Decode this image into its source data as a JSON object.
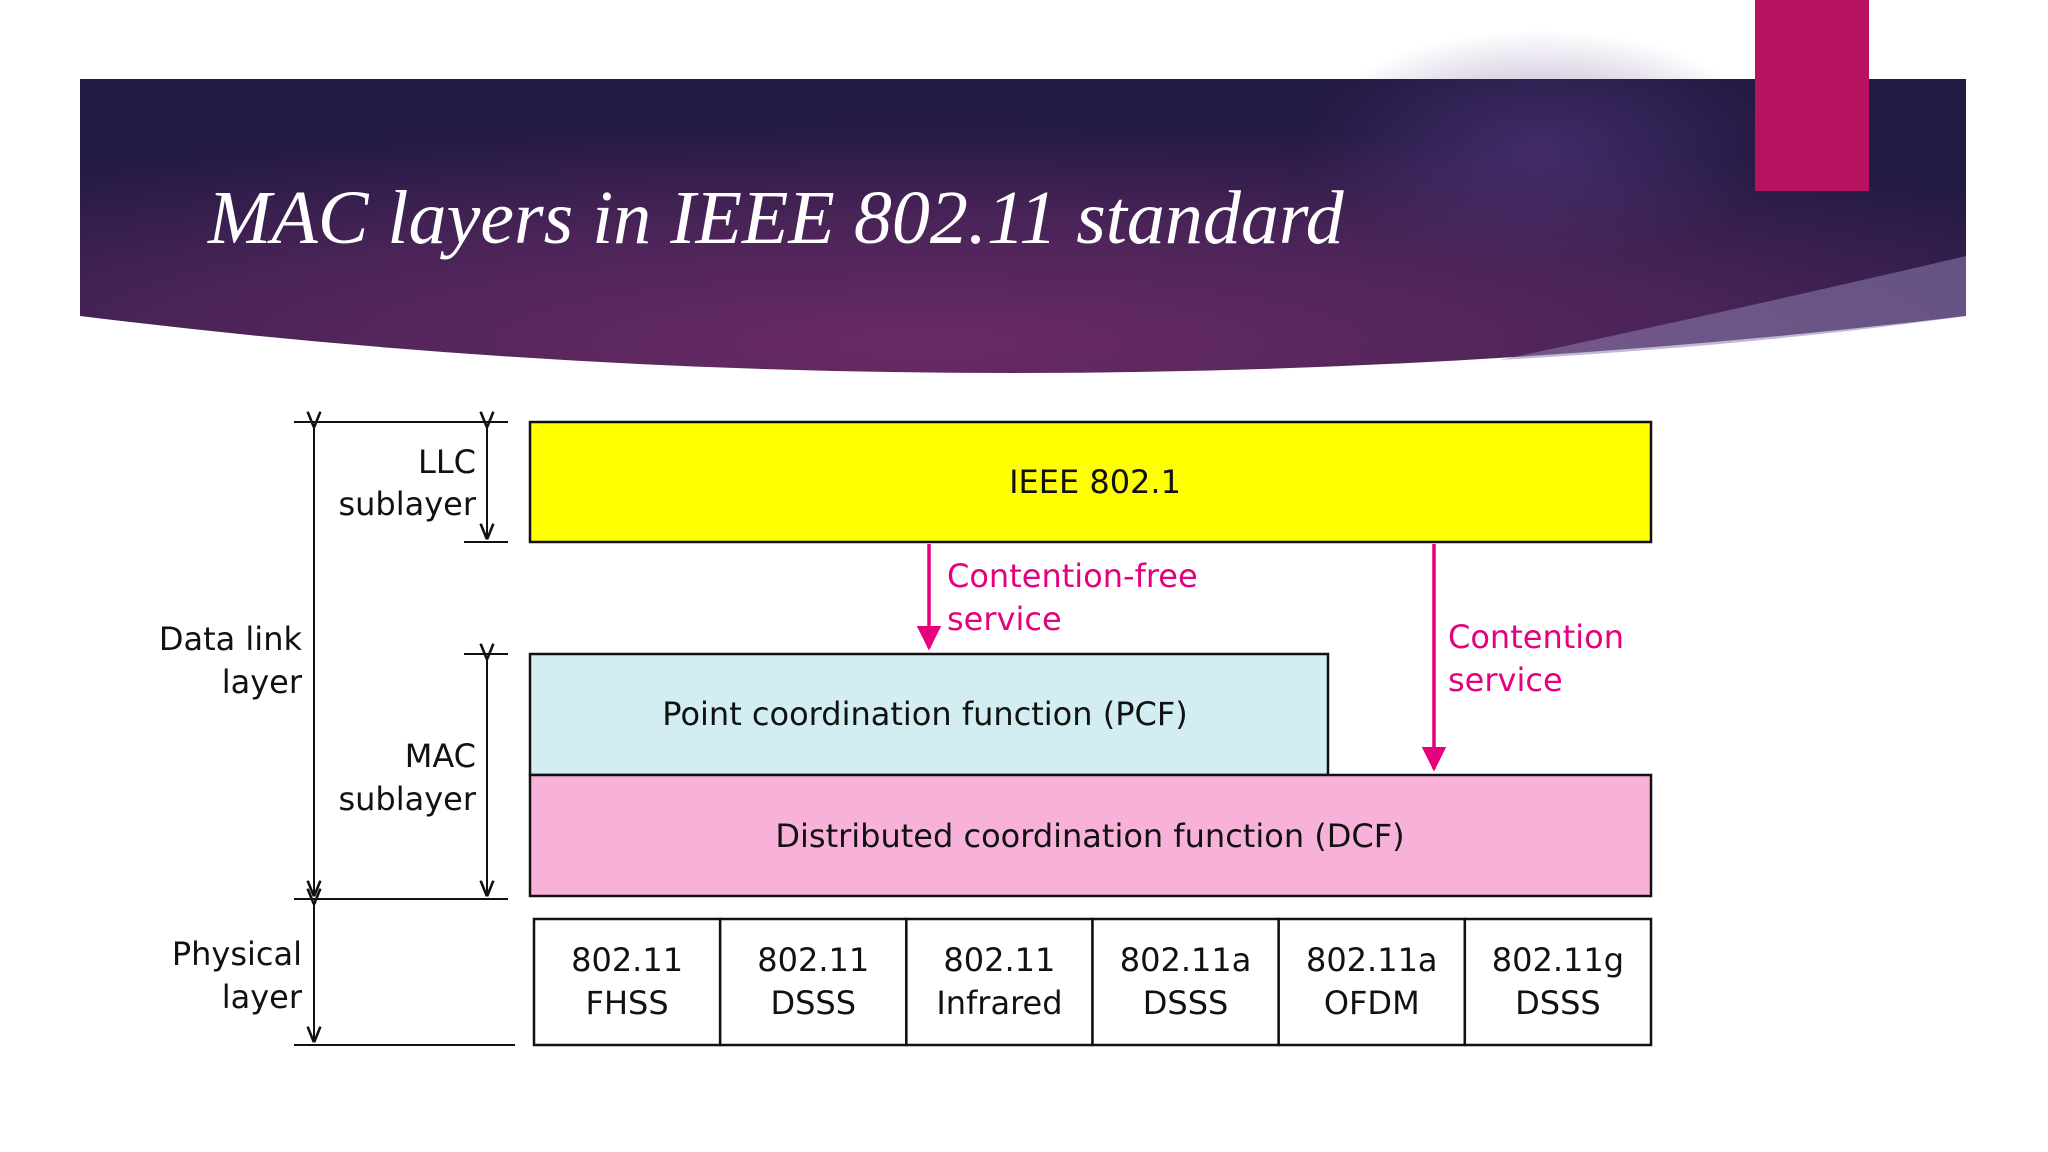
{
  "slide": {
    "title": "MAC layers in IEEE 802.11 standard",
    "colors": {
      "banner_dark": "#2a1f4a",
      "banner_mid": "#6b2a66",
      "accent_tab": "#b5135f",
      "arrow": "#e6007e",
      "llc_box": "#ffff00",
      "pcf_box": "#d3eef3",
      "dcf_box": "#f8b2da"
    }
  },
  "diagram": {
    "left_labels": {
      "llc_line1": "LLC",
      "llc_line2": "sublayer",
      "datalink_line1": "Data link",
      "datalink_line2": "layer",
      "mac_line1": "MAC",
      "mac_line2": "sublayer",
      "physical_line1": "Physical",
      "physical_line2": "layer"
    },
    "llc_box": "IEEE 802.1",
    "pcf_box": "Point coordination function (PCF)",
    "dcf_box": "Distributed coordination function (DCF)",
    "contention_free_line1": "Contention-free",
    "contention_free_line2": "service",
    "contention_line1": "Contention",
    "contention_line2": "service",
    "physical_cells": [
      {
        "line1": "802.11",
        "line2": "FHSS"
      },
      {
        "line1": "802.11",
        "line2": "DSSS"
      },
      {
        "line1": "802.11",
        "line2": "Infrared"
      },
      {
        "line1": "802.11a",
        "line2": "DSSS"
      },
      {
        "line1": "802.11a",
        "line2": "OFDM"
      },
      {
        "line1": "802.11g",
        "line2": "DSSS"
      }
    ]
  }
}
